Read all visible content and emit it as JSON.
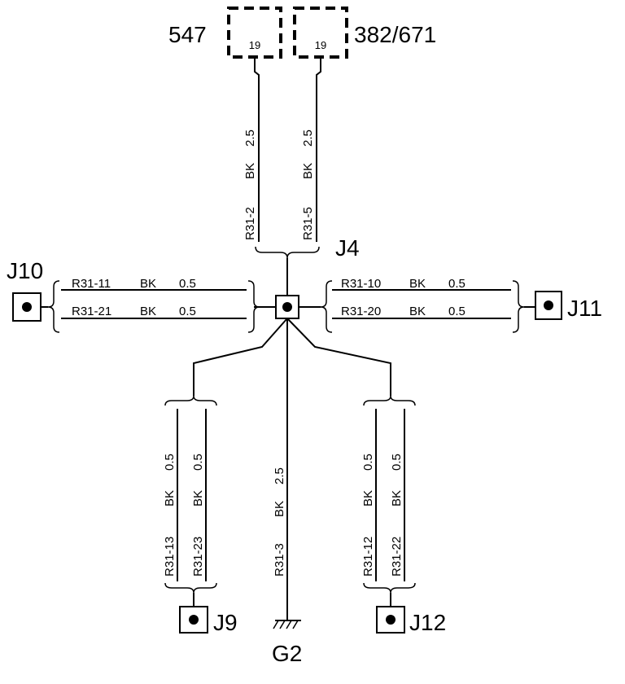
{
  "components": {
    "c547": "547",
    "c382": "382/671",
    "pin547": "19",
    "pin382": "19"
  },
  "nodes": {
    "j4": "J4",
    "j9": "J9",
    "j10": "J10",
    "j11": "J11",
    "j12": "J12",
    "g2": "G2"
  },
  "wires": {
    "r31_2": {
      "id": "R31-2",
      "color": "BK",
      "size": "2.5"
    },
    "r31_5": {
      "id": "R31-5",
      "color": "BK",
      "size": "2.5"
    },
    "r31_11": {
      "id": "R31-11",
      "color": "BK",
      "size": "0.5"
    },
    "r31_21": {
      "id": "R31-21",
      "color": "BK",
      "size": "0.5"
    },
    "r31_10": {
      "id": "R31-10",
      "color": "BK",
      "size": "0.5"
    },
    "r31_20": {
      "id": "R31-20",
      "color": "BK",
      "size": "0.5"
    },
    "r31_13": {
      "id": "R31-13",
      "color": "BK",
      "size": "0.5"
    },
    "r31_23": {
      "id": "R31-23",
      "color": "BK",
      "size": "0.5"
    },
    "r31_3": {
      "id": "R31-3",
      "color": "BK",
      "size": "2.5"
    },
    "r31_12": {
      "id": "R31-12",
      "color": "BK",
      "size": "0.5"
    },
    "r31_22": {
      "id": "R31-22",
      "color": "BK",
      "size": "0.5"
    }
  },
  "colors": {
    "line": "#000000",
    "background": "#ffffff"
  }
}
